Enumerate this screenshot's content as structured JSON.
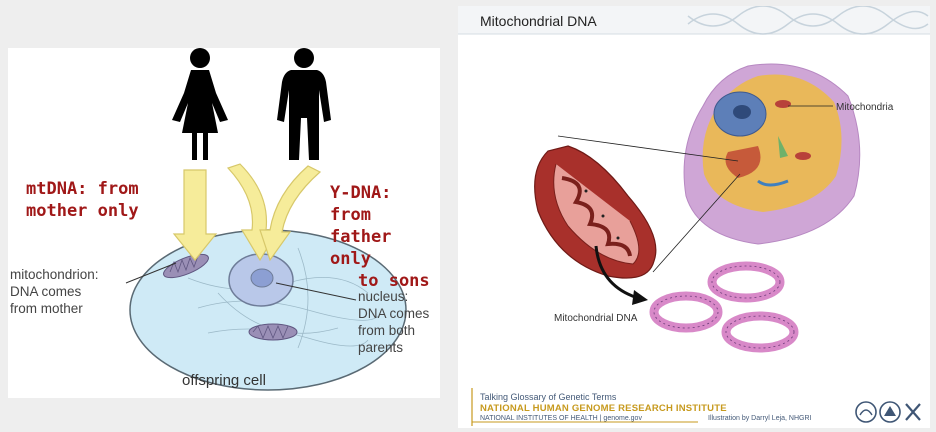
{
  "left": {
    "mtdna_line1": "mtDNA: from",
    "mtdna_line2": "mother only",
    "ydna_line1": "Y-DNA: from",
    "ydna_line2": "father only",
    "ydna_line3": "to sons",
    "mito_line1": "mitochondrion:",
    "mito_line2": "DNA comes",
    "mito_line3": "from mother",
    "nucleus_line1": "nucleus:",
    "nucleus_line2": "DNA comes",
    "nucleus_line3": "from both",
    "nucleus_line4": "parents",
    "caption": "offspring cell"
  },
  "right": {
    "title": "Mitochondrial DNA",
    "label_mitochondria": "Mitochondria",
    "label_mtdna": "Mitochondrial DNA",
    "footer_line1": "Talking Glossary of Genetic Terms",
    "footer_line2": "NATIONAL HUMAN GENOME RESEARCH INSTITUTE",
    "footer_line3": "NATIONAL INSTITUTES OF HEALTH | genome.gov",
    "footer_credit": "Illustration by Darryl Leja, NHGRI"
  },
  "colors": {
    "cell_fill": "#cfeaf6",
    "arrow_fill": "#f6ec9a",
    "label_red": "#a01818",
    "mito_red": "#a8302b",
    "plasmid_pink": "#d889c8",
    "footer_gold": "#c79a1e"
  }
}
